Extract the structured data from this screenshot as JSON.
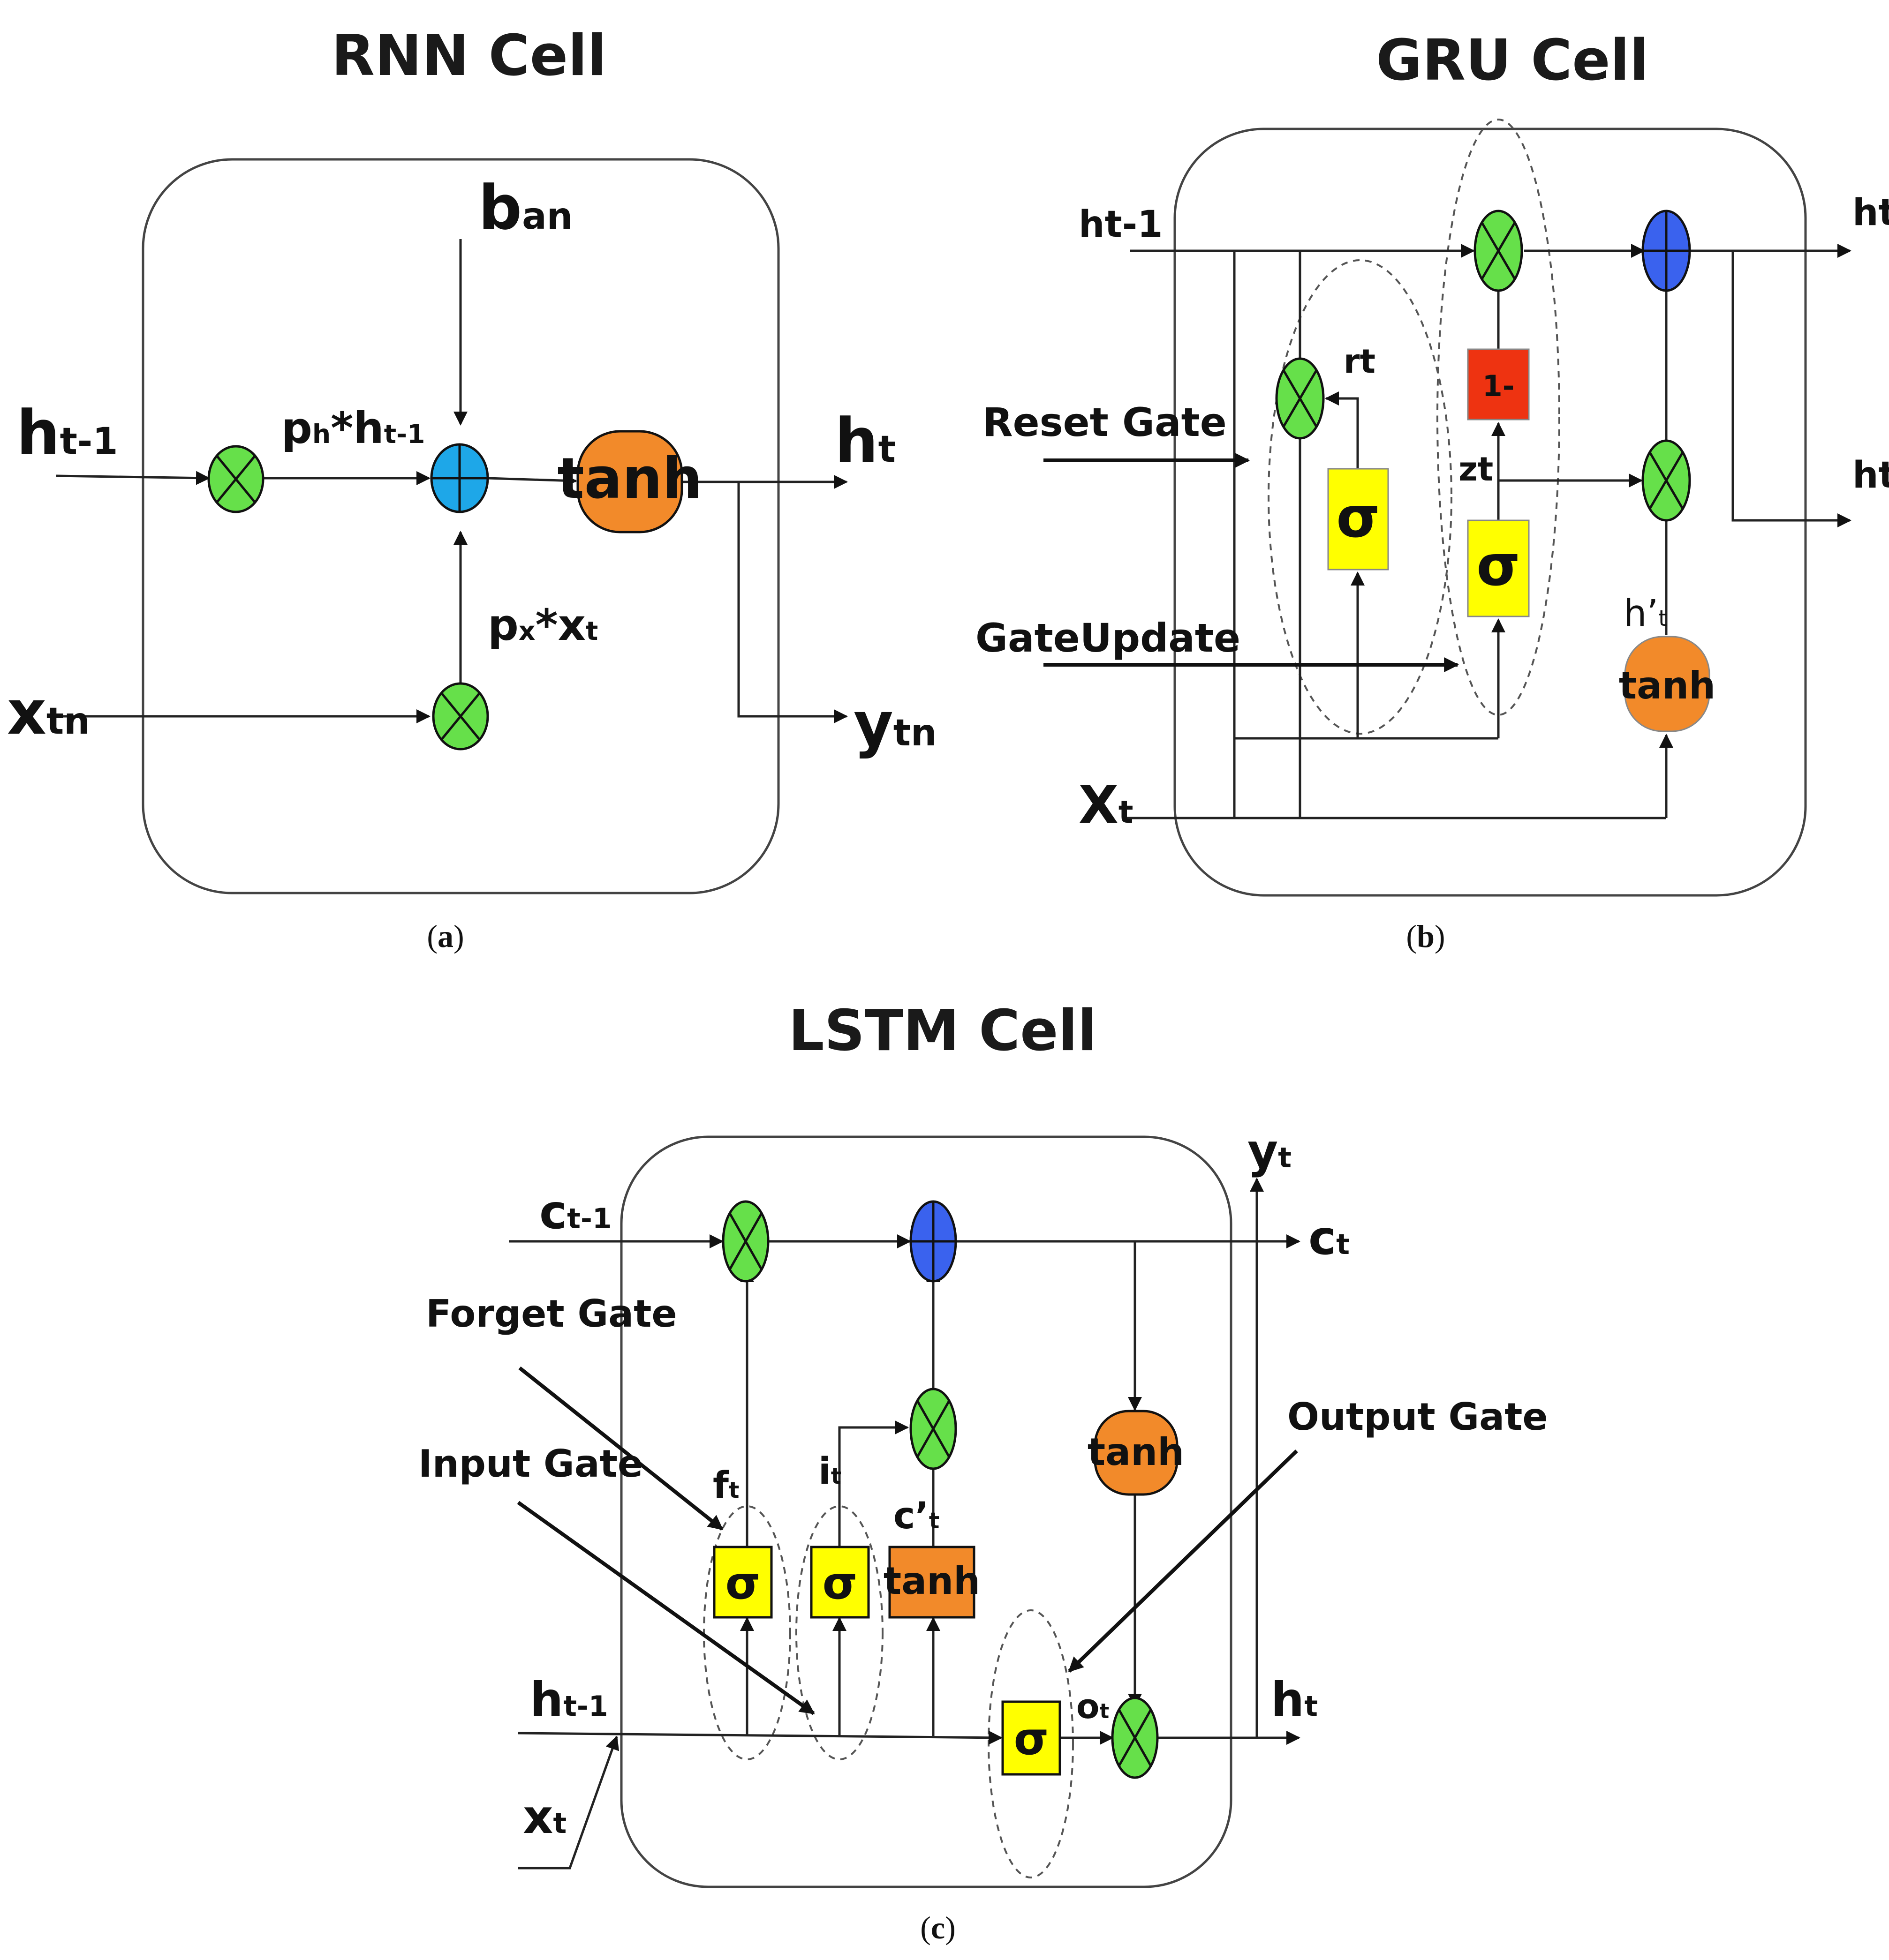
{
  "panel_a": {
    "title": "RNN Cell",
    "caption_letter": "a",
    "h_prev": {
      "main": "h",
      "sub": "t-1"
    },
    "b": {
      "main": "b",
      "sub": "an"
    },
    "ph": {
      "p": "p",
      "p_sub": "h",
      "mid": "*h",
      "mid_sub": "t-1"
    },
    "px": {
      "p": "p",
      "p_sub": "x",
      "mid": "*x",
      "mid_sub": "t"
    },
    "x": {
      "main": "x",
      "sub": "tn"
    },
    "h_out": {
      "main": "h",
      "sub": "t"
    },
    "y_out": {
      "main": "y",
      "sub": "tn"
    },
    "tanh": "tanh"
  },
  "panel_b": {
    "title": "GRU Cell",
    "caption_letter": "b",
    "h_prev": "ht-1",
    "h_out_1": "ht",
    "h_out_2": "ht",
    "reset_gate": "Reset Gate",
    "gate_update": "GateUpdate",
    "x": {
      "main": "X",
      "sub": "t"
    },
    "rt": "rt",
    "zt": "zt",
    "one_minus": "1-",
    "sigma": "σ",
    "h_candidate": {
      "main": "h’",
      "sub": "t"
    },
    "tanh": "tanh"
  },
  "panel_c": {
    "title": "LSTM Cell",
    "caption_letter": "c",
    "c_prev": {
      "main": "c",
      "sub": "t-1"
    },
    "c_out": {
      "main": "c",
      "sub": "t"
    },
    "y_out": {
      "main": "y",
      "sub": "t"
    },
    "h_prev": {
      "main": "h",
      "sub": "t-1"
    },
    "h_out": {
      "main": "h",
      "sub": "t"
    },
    "x": {
      "main": "x",
      "sub": "t"
    },
    "forget_gate": "Forget Gate",
    "input_gate": "Input Gate",
    "output_gate": "Output Gate",
    "ft": {
      "main": "f",
      "sub": "t"
    },
    "it": {
      "main": "i",
      "sub": "t"
    },
    "ot": {
      "main": "o",
      "sub": "t"
    },
    "c_candidate": {
      "main": "c’",
      "sub": "t"
    },
    "sigma": "σ",
    "tanh": "tanh"
  },
  "colors": {
    "multiply_node": "#66e04a",
    "add_node_rnn": "#1ea7e8",
    "add_node": "#3a62ee",
    "tanh_node": "#f28a2a",
    "sigma_box": "#ffff00",
    "one_minus_box": "#ee3311"
  }
}
